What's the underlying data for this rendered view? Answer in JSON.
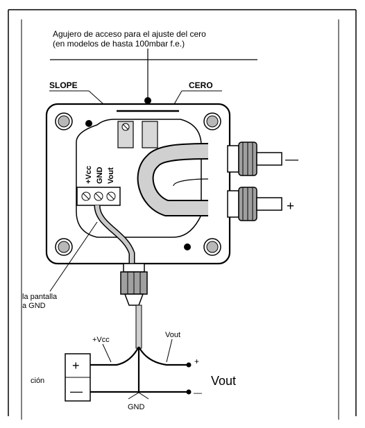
{
  "caption": {
    "line1": "Agujero de acceso para el ajuste del cero",
    "line2": "(en modelos de hasta 100mbar f.e.)"
  },
  "labels": {
    "slope": "SLOPE",
    "cero": "CERO",
    "terminal_vcc": "+Vcc",
    "terminal_gnd": "GND",
    "terminal_vout": "Vout",
    "minus_connector": "—",
    "plus_connector": "+"
  },
  "shield_note": {
    "line1": "la pantalla",
    "line2": "a GND"
  },
  "wiring": {
    "source_label": "ción",
    "source_plus": "+",
    "source_minus": "—",
    "vcc": "+Vcc",
    "vout": "Vout",
    "out_plus": "+",
    "out_minus": "—",
    "out_label": "Vout",
    "gnd": "GND"
  },
  "colors": {
    "background": "#ffffff",
    "ink": "#000000",
    "fill_gray": "#d8d8d8",
    "dark_gray": "#a0a0a0"
  }
}
